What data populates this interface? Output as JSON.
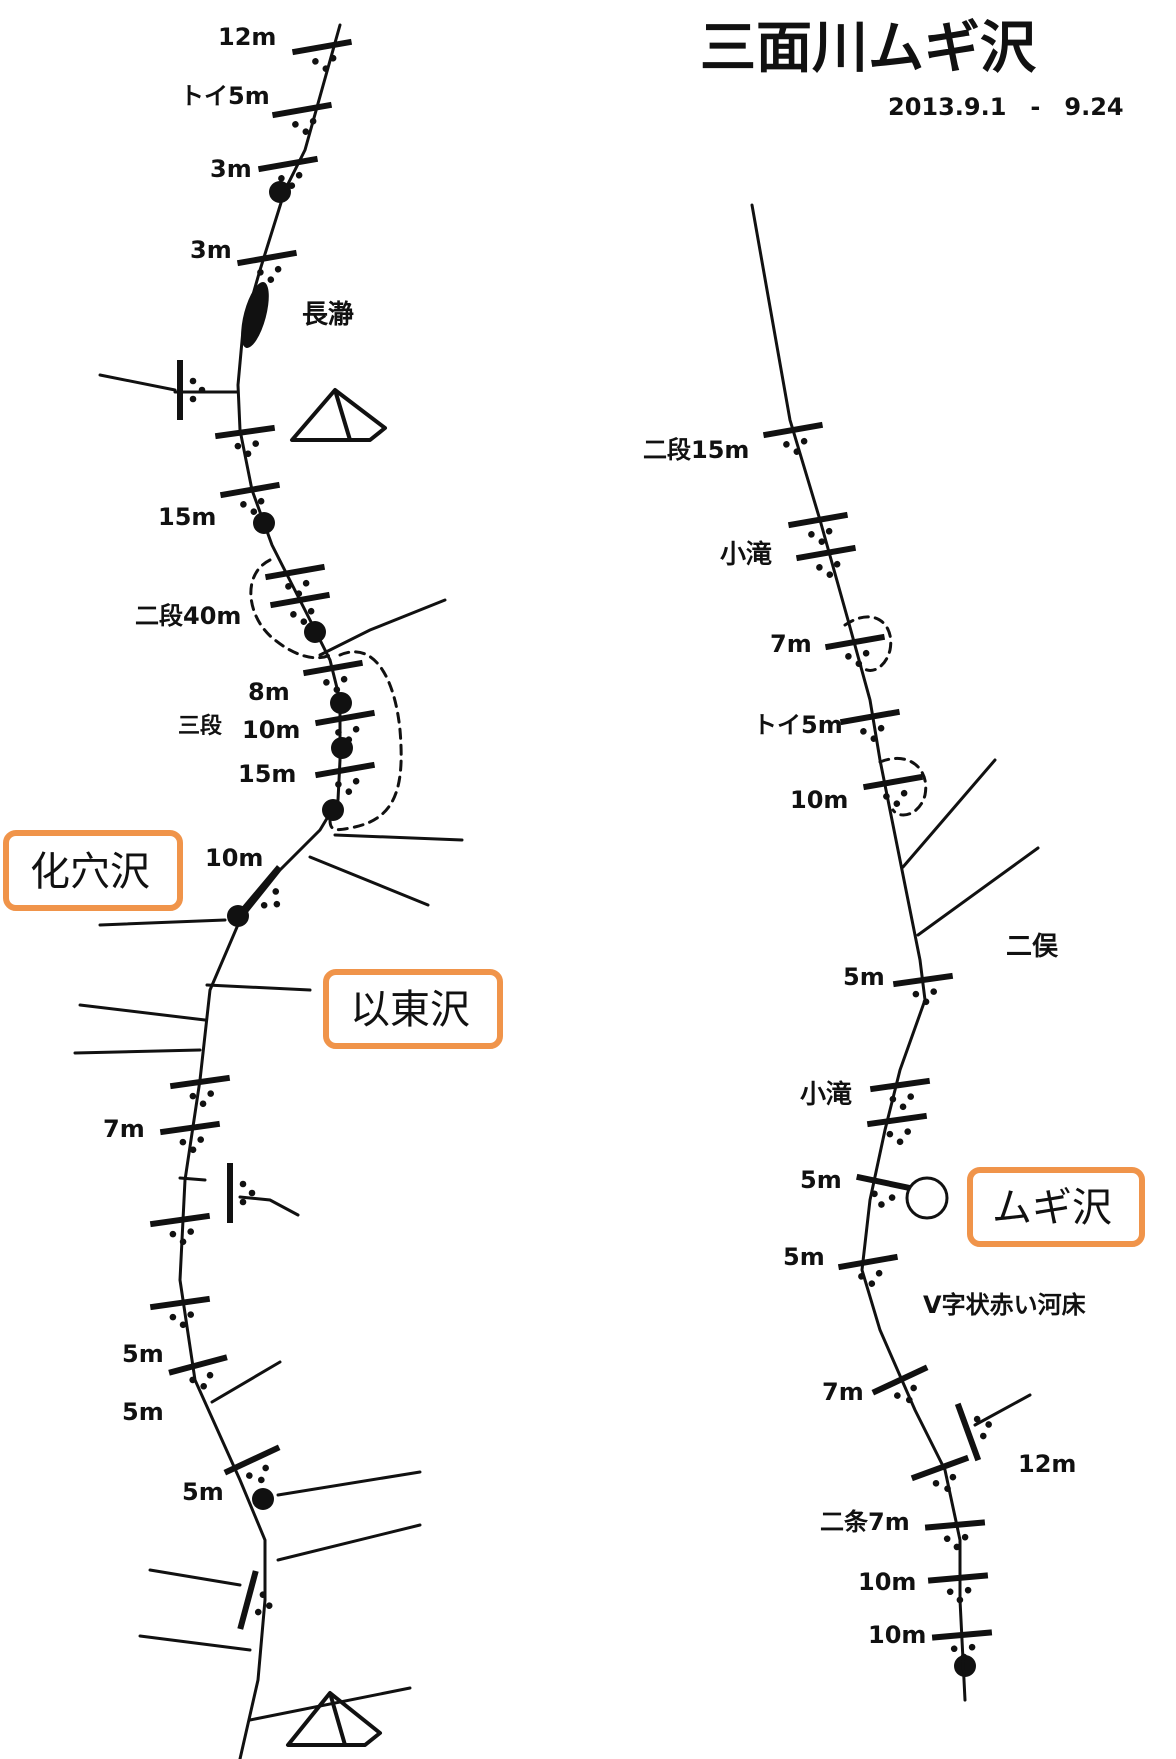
{
  "title": "三面川ムギ沢",
  "date_range": "2013.9.1　-　9.24",
  "left_labels": {
    "w12": "12m",
    "toi5": "トイ5m",
    "w3a": "3m",
    "w3b": "3m",
    "nagatoro": "長瀞",
    "w15": "15m",
    "nidan40": "二段40m",
    "sandan": "三段",
    "w8": "8m",
    "w10a": "10m",
    "w15b": "15m",
    "w10b": "10m",
    "w7": "7m",
    "w5a": "5m",
    "w5b": "5m",
    "w5c": "5m"
  },
  "right_labels": {
    "nidan15": "二段15m",
    "kotaki1": "小滝",
    "w7": "7m",
    "toi5": "トイ5m",
    "w10": "10m",
    "futamata": "二俣",
    "w5a": "5m",
    "kotaki2": "小滝",
    "w5b": "5m",
    "w5c": "5m",
    "vji": "V字状赤い河床",
    "w7b": "7m",
    "w12": "12m",
    "nijo7": "二条7m",
    "w10a": "10m",
    "w10b": "10m"
  },
  "boxes": {
    "kebora": "化穴沢",
    "itou": "以東沢",
    "mugi": "ムギ沢"
  },
  "colors": {
    "box_border": "#f0944a",
    "ink": "#111111"
  },
  "icons": [
    "camp-tent-icon",
    "waterfall-mark",
    "dashed-bypass-route"
  ]
}
